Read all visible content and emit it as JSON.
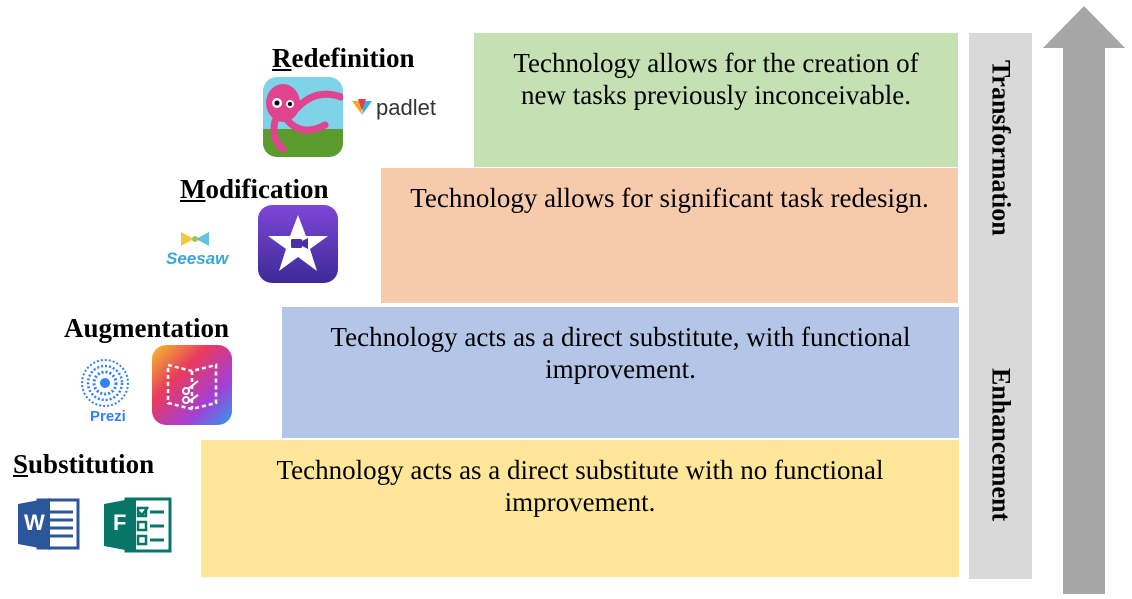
{
  "levels": {
    "redefinition": {
      "title_first": "R",
      "title_rest": "edefinition",
      "description": "Technology allows for the creation of new tasks previously inconceivable.",
      "color": "#c5e0b3",
      "apps": [
        "octopus-app-icon",
        "padlet"
      ]
    },
    "modification": {
      "title_first": "M",
      "title_rest": "odification",
      "description": "Technology allows for significant task redesign.",
      "color": "#f7caac",
      "apps": [
        "Seesaw",
        "imovie-star-icon"
      ]
    },
    "augmentation": {
      "title": "Augmentation",
      "description": "Technology acts as a direct substitute, with functional improvement.",
      "color": "#b4c6e7",
      "apps": [
        "Prezi",
        "book-creator-icon"
      ]
    },
    "substitution": {
      "title_first": "S",
      "title_rest": "ubstitution",
      "description": "Technology acts as a direct substitute with no functional improvement.",
      "color": "#ffe699",
      "apps": [
        "word-icon",
        "forms-icon"
      ]
    }
  },
  "app_labels": {
    "padlet": "padlet",
    "seesaw": "Seesaw",
    "prezi": "Prezi",
    "word_letter": "W",
    "forms_letter": "F"
  },
  "sidebar": {
    "top_label": "Transformation",
    "bottom_label": "Enhancement",
    "color": "#d9d9d9"
  },
  "arrow": {
    "color": "#a6a6a6",
    "direction": "up"
  }
}
